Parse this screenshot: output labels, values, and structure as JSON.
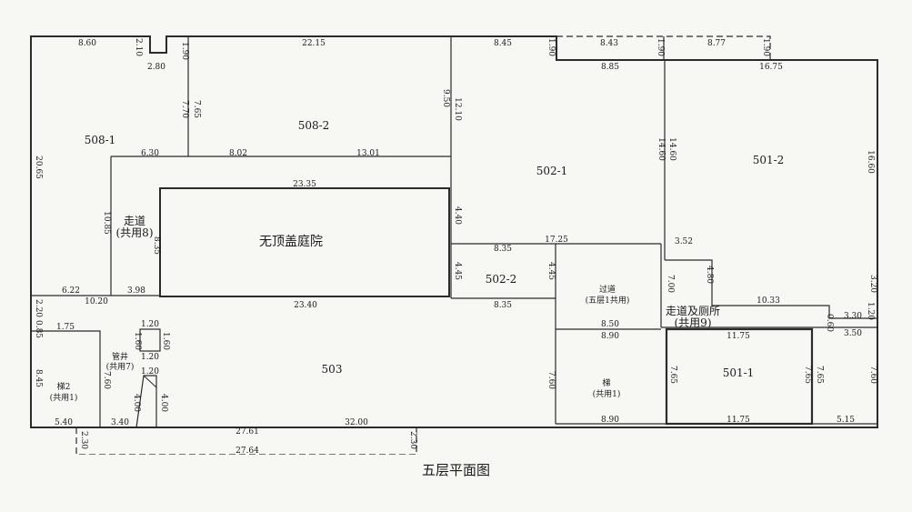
{
  "plan": {
    "title": "五层平面图",
    "rooms": {
      "r508_1": "508-1",
      "r508_2": "508-2",
      "r502_1": "502-1",
      "r501_2": "501-2",
      "r502_2": "502-2",
      "r503": "503",
      "r501_1": "501-1",
      "courtyard": "无顶盖庭院",
      "corridor8_a": "走道",
      "corridor8_b": "(共用8)",
      "passage_a": "过道",
      "passage_b": "(五层1共用)",
      "corridor9_a": "走道及厕所",
      "corridor9_b": "(共用9)",
      "stair2_a": "梯2",
      "stair2_b": "(共用1)",
      "stair_a": "梯",
      "stair_b": "(共用1)",
      "shaft_a": "管井",
      "shaft_b": "(共用7)"
    },
    "dims": {
      "d01": "8.60",
      "d02": "2.10",
      "d03": "2.80",
      "d04": "1.90",
      "d05": "22.15",
      "d06": "8.45",
      "d07": "1.90",
      "d08": "8.43",
      "d09": "1.90",
      "d10": "8.77",
      "d11": "1.90",
      "d12": "8.85",
      "d13": "16.75",
      "d14": "7.70",
      "d15": "7.65",
      "d16": "20.65",
      "d17": "9.50",
      "d18": "12.10",
      "d19": "6.30",
      "d20": "8.02",
      "d21": "13.01",
      "d22": "14.60",
      "d23": "14.60",
      "d24": "16.60",
      "d25": "23.35",
      "d26": "4.40",
      "d27": "10.85",
      "d28": "8.35",
      "d29": "8.35",
      "d30": "17.25",
      "d31": "3.52",
      "d32": "4.45",
      "d33": "4.45",
      "d34": "7.00",
      "d35": "4.80",
      "d36": "3.20",
      "d37": "6.22",
      "d38": "10.20",
      "d39": "3.98",
      "d40": "23.40",
      "d41": "8.35",
      "d42": "10.33",
      "d43": "1.20",
      "d44": "3.30",
      "d45": "2.20",
      "d46": "8.50",
      "d47": "0.60",
      "d48": "3.50",
      "d49": "0.85",
      "d50": "1.75",
      "d51": "1.20",
      "d52": "1.60",
      "d53": "1.60",
      "d54": "1.20",
      "d55": "8.90",
      "d56": "11.75",
      "d57": "8.45",
      "d58": "7.60",
      "d59": "1.20",
      "d60": "4.00",
      "d61": "4.00",
      "d62": "7.60",
      "d63": "7.65",
      "d64": "7.65",
      "d65": "7.65",
      "d66": "7.60",
      "d67": "5.40",
      "d68": "3.40",
      "d69": "27.61",
      "d70": "32.00",
      "d71": "8.90",
      "d72": "11.75",
      "d73": "5.15",
      "d74": "2.30",
      "d75": "2.30",
      "d76": "27.64"
    }
  }
}
